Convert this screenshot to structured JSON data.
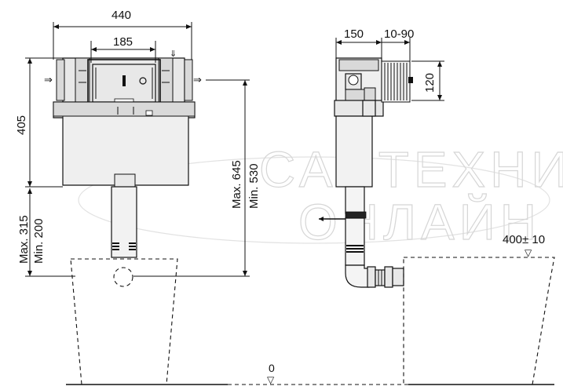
{
  "watermark": {
    "line1": "САНТЕХНИКА",
    "line2": "ОНЛАЙН"
  },
  "dimensions": {
    "width_total": "440",
    "width_inner": "185",
    "height_tank": "405",
    "height_low_max": "Max. 315",
    "height_low_min": "Min. 200",
    "height_high_max": "Max. 645",
    "height_high_min": "Min. 530",
    "depth_tank": "150",
    "depth_range": "10-90",
    "inlet_height": "120",
    "bowl_height": "400± 10",
    "floor_level": "0"
  },
  "symbols": {
    "level_marker": "▽",
    "inlet_arrow": "⇒"
  }
}
